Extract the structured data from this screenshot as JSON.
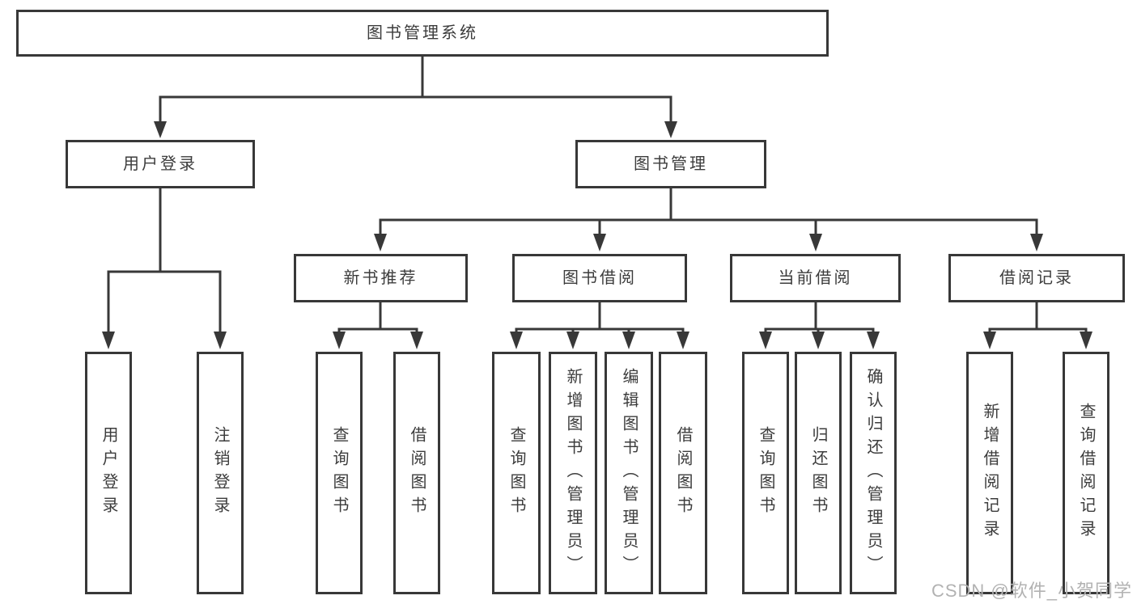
{
  "diagram": {
    "root": {
      "label": "图书管理系统"
    },
    "level2": [
      {
        "label": "用户登录",
        "children": [
          {
            "label": "用户登录"
          },
          {
            "label": "注销登录"
          }
        ]
      },
      {
        "label": "图书管理",
        "children": [
          {
            "label": "新书推荐",
            "children": [
              {
                "label": "查询图书"
              },
              {
                "label": "借阅图书"
              }
            ]
          },
          {
            "label": "图书借阅",
            "children": [
              {
                "label": "查询图书"
              },
              {
                "label": "新增图书（管理员）"
              },
              {
                "label": "编辑图书（管理员）"
              },
              {
                "label": "借阅图书"
              }
            ]
          },
          {
            "label": "当前借阅",
            "children": [
              {
                "label": "查询图书"
              },
              {
                "label": "归还图书"
              },
              {
                "label": "确认归还（管理员）"
              }
            ]
          },
          {
            "label": "借阅记录",
            "children": [
              {
                "label": "新增借阅记录"
              },
              {
                "label": "查询借阅记录"
              }
            ]
          }
        ]
      }
    ]
  },
  "watermark": {
    "text": "CSDN @软件_小贺同学"
  },
  "colors": {
    "line": "#383838",
    "text": "#3c3c3c",
    "background": "#ffffff",
    "watermark": "#b2b2b2"
  }
}
